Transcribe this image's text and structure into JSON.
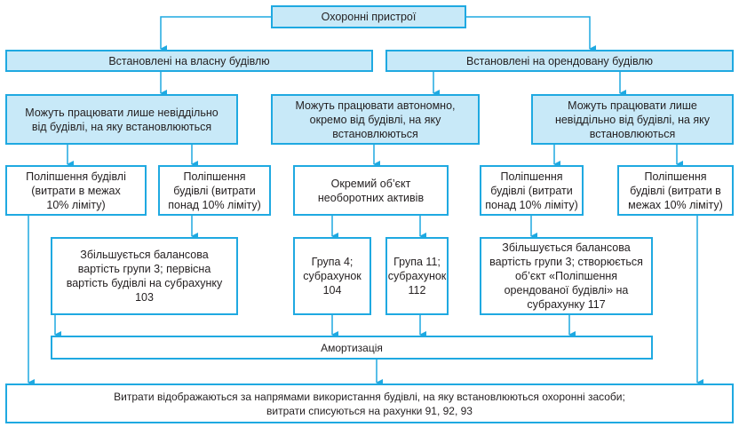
{
  "diagram": {
    "root": "Охоронні пристрої",
    "owned_building": "Встановлені на власну будівлю",
    "rented_building": "Встановлені на орендовану будівлю",
    "owned_inseparable": "Можуть працювати лише невіддільно від будівлі, на яку встановлюються",
    "autonomous": "Можуть працювати автономно, окремо від будівлі, на яку встановлюються",
    "rented_inseparable": "Можуть працювати лише невіддільно від будівлі, на яку встановлюються",
    "owned_improvement_within": "Поліпшення будівлі (витрати в межах 10% ліміту)",
    "owned_improvement_over": "Поліпшення будівлі (витрати понад 10% ліміту)",
    "separate_asset": "Окремий об’єкт необоротних активів",
    "rented_improvement_over": "Поліпшення будівлі (витрати понад 10% ліміту)",
    "rented_improvement_within": "Поліпшення будівлі (витрати в межах 10% ліміту)",
    "owned_balance_increase": "Збільшується балансова вартість групи 3; первісна вартість будівлі на субрахунку 103",
    "group4": "Група 4; субрахунок 104",
    "group11": "Група 11; субрахунок 112",
    "rented_balance_increase": "Збільшується балансова вартість групи 3; створюється об’єкт «Поліпшення орендованої будівлі» на субрахунку 117",
    "amortization": "Амортизація",
    "expenses_line1": "Витрати відображаються за напрямами використання будівлі, на яку встановлюються охоронні засоби;",
    "expenses_line2": "витрати списуються на рахунки 91, 92, 93"
  },
  "colors": {
    "line": "#1fa9e1",
    "fill": "#c8e9f8"
  }
}
